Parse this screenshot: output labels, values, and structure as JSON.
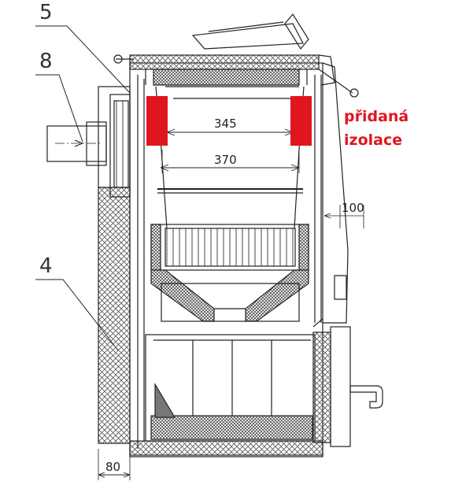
{
  "callouts": {
    "c5": "5",
    "c8": "8",
    "c4": "4"
  },
  "dimensions": {
    "d345": "345",
    "d370": "370",
    "d100": "100",
    "d80": "80"
  },
  "note": {
    "line1": "přidaná",
    "line2": "izolace"
  },
  "colors": {
    "highlight": "#e0161f",
    "line": "#222222"
  }
}
